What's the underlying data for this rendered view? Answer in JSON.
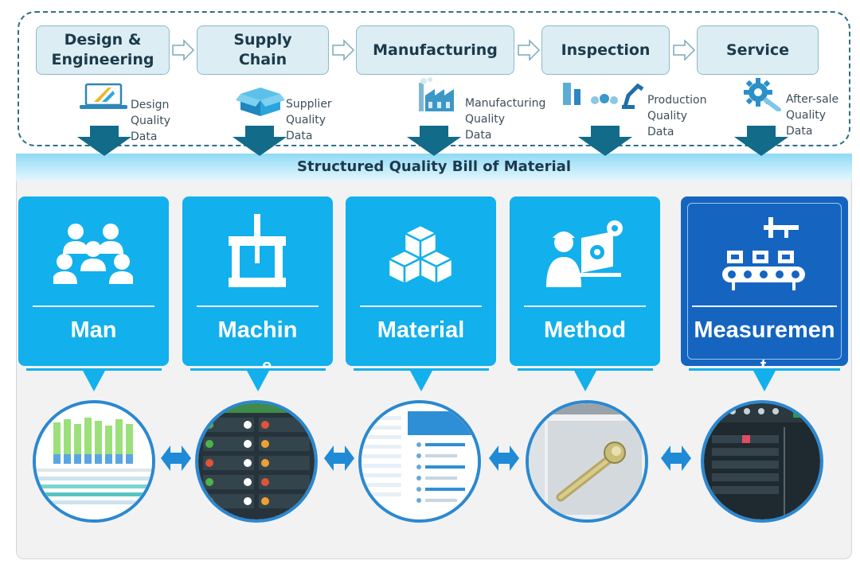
{
  "process_steps": [
    {
      "label": "Design &\nEngineering"
    },
    {
      "label": "Supply\nChain"
    },
    {
      "label": "Manufacturing"
    },
    {
      "label": "Inspection"
    },
    {
      "label": "Service"
    }
  ],
  "data_sources": [
    {
      "label": "Design\nQuality\nData",
      "icon": "laptop-icon"
    },
    {
      "label": "Supplier\nQuality\nData",
      "icon": "box-icon"
    },
    {
      "label": "Manufacturing\nQuality\nData",
      "icon": "factory-icon"
    },
    {
      "label": "Production\nQuality\nData",
      "icon": "robot-arm-icon"
    },
    {
      "label": "After-sale\nQuality\nData",
      "icon": "gear-wrench-icon"
    }
  ],
  "bom_title": "Structured Quality Bill of Material",
  "categories": [
    {
      "label": "Man",
      "icon": "people-icon",
      "overflow": ""
    },
    {
      "label": "Machin",
      "icon": "press-machine-icon",
      "overflow": "e"
    },
    {
      "label": "Material",
      "icon": "cubes-icon",
      "overflow": ""
    },
    {
      "label": "Method",
      "icon": "engineer-icon",
      "overflow": ""
    },
    {
      "label": "Measuremen",
      "icon": "conveyor-caliper-icon",
      "overflow": "t"
    }
  ],
  "colors": {
    "card_blue": "#12b0ec",
    "card_dark": "#1565c0",
    "step_fill": "#dcedf4",
    "arrow_teal": "#136b8a"
  }
}
